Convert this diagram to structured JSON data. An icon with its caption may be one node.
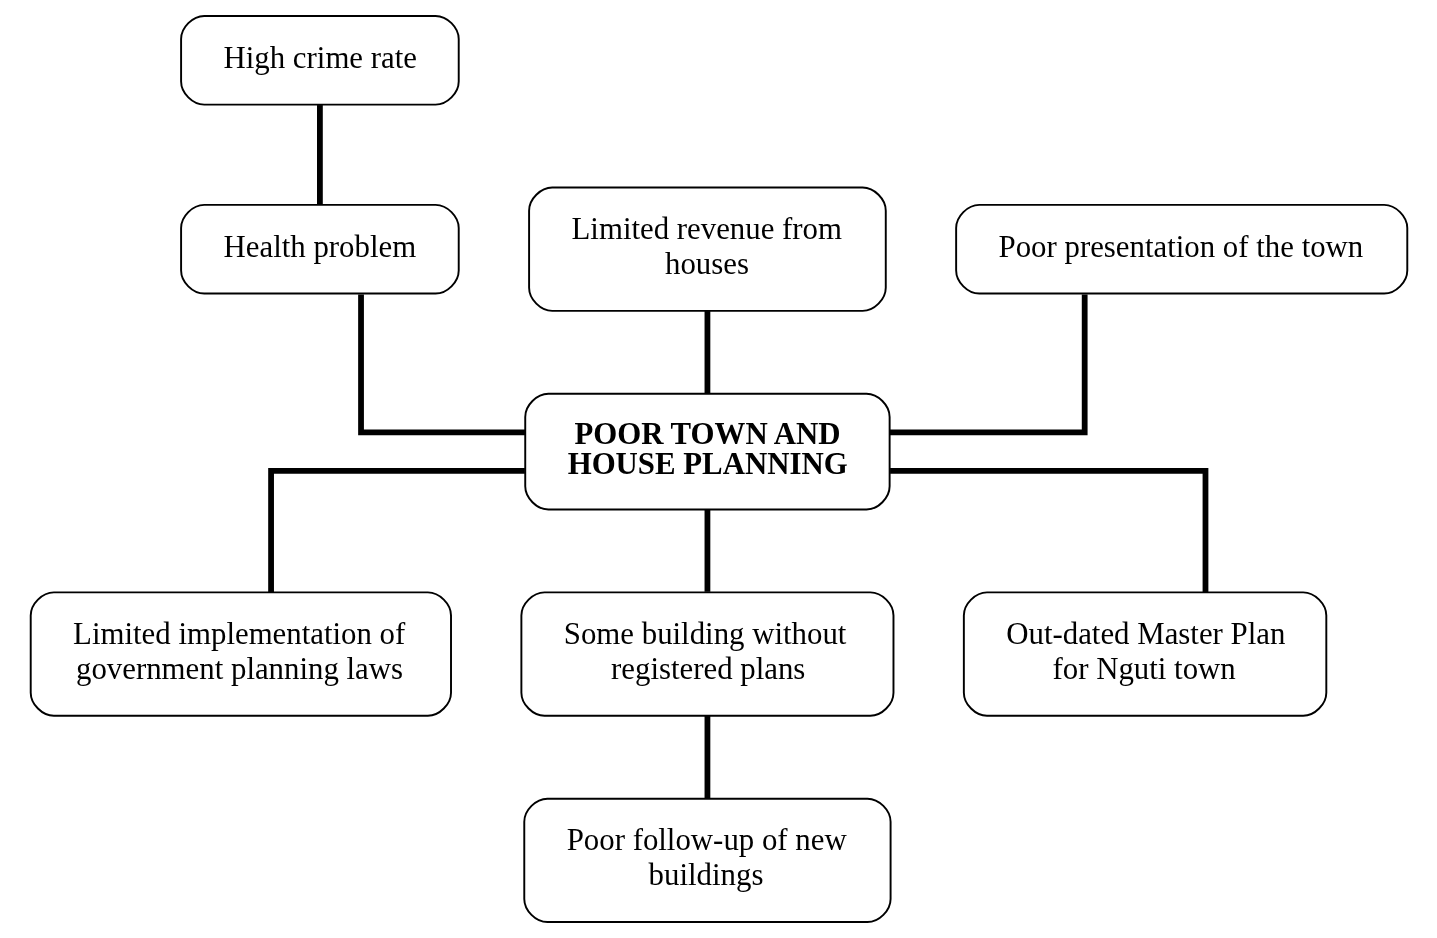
{
  "diagram": {
    "nodes": [
      {
        "text": [
          "High crime rate"
        ]
      },
      {
        "text": [
          "Health problem"
        ]
      },
      {
        "text": [
          "Limited revenue from houses"
        ]
      },
      {
        "text": [
          "Poor presentation of the town"
        ]
      },
      {
        "text": [
          "POOR TOWN AND HOUSE PLANNING"
        ]
      },
      {
        "text": [
          "Limited implementation of government planning laws"
        ]
      },
      {
        "text": [
          "Some building without registered plans"
        ]
      },
      {
        "text": [
          "Out-dated Master Plan for Nguti town"
        ]
      },
      {
        "text": [
          "Poor follow-up of new buildings"
        ]
      }
    ],
    "edges": [
      {
        "from": 0,
        "to": 1,
        "arrow": "none"
      },
      {
        "from": 1,
        "to": 4,
        "arrow": "none"
      },
      {
        "from": 2,
        "to": 4,
        "arrow": "none"
      },
      {
        "from": 3,
        "to": 4,
        "arrow": "none"
      },
      {
        "from": 4,
        "to": 5,
        "arrow": "none"
      },
      {
        "from": 4,
        "to": 6,
        "arrow": "none"
      },
      {
        "from": 4,
        "to": 7,
        "arrow": "none"
      },
      {
        "from": 6,
        "to": 8,
        "arrow": "none"
      }
    ]
  }
}
